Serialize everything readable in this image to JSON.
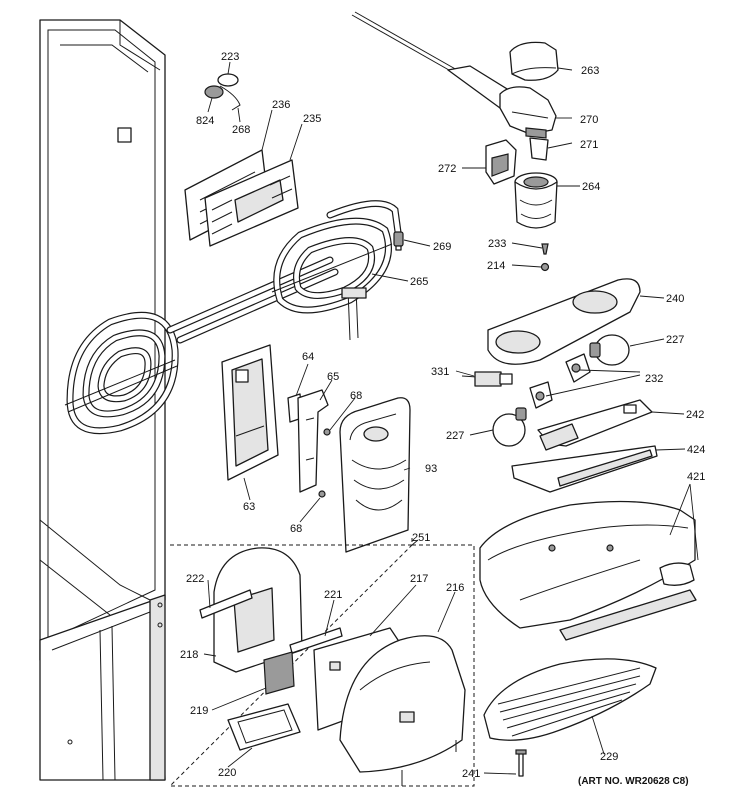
{
  "title": "",
  "art_number": "(ART NO. WR20628 C8)",
  "callouts": {
    "c223": "223",
    "c824": "824",
    "c268": "268",
    "c236": "236",
    "c235": "235",
    "c263": "263",
    "c270": "270",
    "c271": "271",
    "c272": "272",
    "c264": "264",
    "c269": "269",
    "c265": "265",
    "c233": "233",
    "c214": "214",
    "c240": "240",
    "c227a": "227",
    "c331": "331",
    "c232": "232",
    "c227b": "227",
    "c242": "242",
    "c424": "424",
    "c421": "421",
    "c64": "64",
    "c65": "65",
    "c68a": "68",
    "c68b": "68",
    "c63": "63",
    "c93": "93",
    "c251": "251",
    "c222": "222",
    "c221": "221",
    "c217": "217",
    "c216": "216",
    "c218": "218",
    "c219": "219",
    "c220": "220",
    "c229": "229",
    "c241": "241"
  }
}
